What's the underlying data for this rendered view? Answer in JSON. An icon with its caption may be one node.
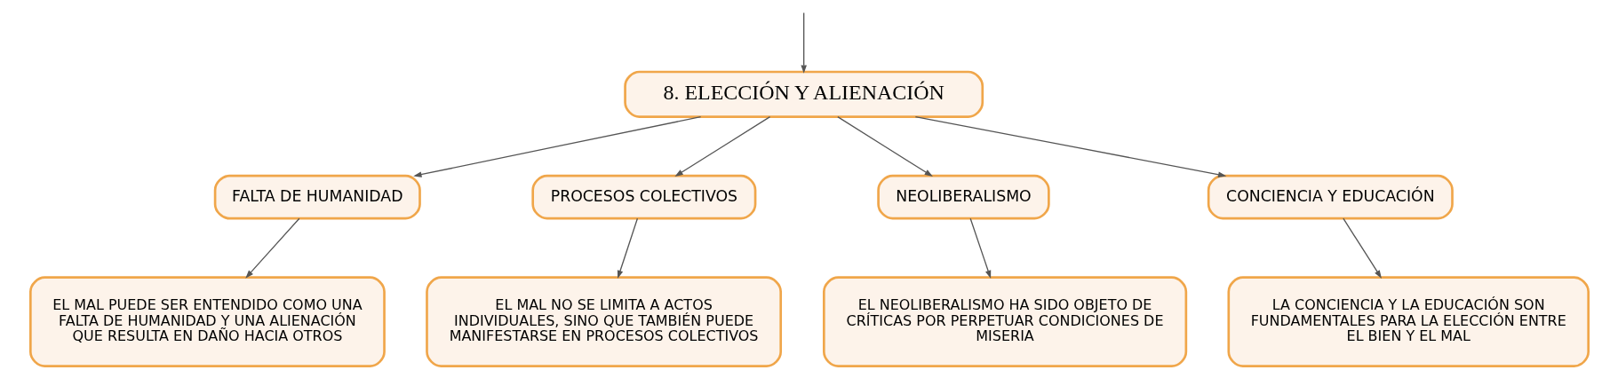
{
  "diagram": {
    "nodes": [
      {
        "text": [
          "8. ELECCIÓN Y ALIENACIÓN"
        ]
      },
      {
        "text": [
          "FALTA DE HUMANIDAD"
        ]
      },
      {
        "text": [
          "PROCESOS COLECTIVOS"
        ]
      },
      {
        "text": [
          "NEOLIBERALISMO"
        ]
      },
      {
        "text": [
          "CONCIENCIA Y EDUCACIÓN"
        ]
      },
      {
        "text": [
          "EL MAL PUEDE SER ENTENDIDO COMO UNA FALTA DE HUMANIDAD Y UNA ALIENACIÓN QUE RESULTA EN DAÑO HACIA OTROS"
        ]
      },
      {
        "text": [
          "EL MAL NO SE LIMITA A ACTOS INDIVIDUALES, SINO QUE TAMBIÉN PUEDE MANIFESTARSE EN PROCESOS COLECTIVOS"
        ]
      },
      {
        "text": [
          "EL NEOLIBERALISMO HA SIDO OBJETO DE CRÍTICAS POR PERPETUAR CONDICIONES DE MISERIA"
        ]
      },
      {
        "text": [
          "LA CONCIENCIA Y LA EDUCACIÓN SON FUNDAMENTALES PARA LA ELECCIÓN ENTRE EL BIEN Y EL MAL"
        ]
      }
    ],
    "edges": [
      {
        "from": null,
        "to": 0,
        "arrow": "to"
      },
      {
        "from": 0,
        "to": 1,
        "arrow": "to"
      },
      {
        "from": 0,
        "to": 2,
        "arrow": "to"
      },
      {
        "from": 0,
        "to": 3,
        "arrow": "to"
      },
      {
        "from": 0,
        "to": 4,
        "arrow": "to"
      },
      {
        "from": 1,
        "to": 5,
        "arrow": "to"
      },
      {
        "from": 2,
        "to": 6,
        "arrow": "to"
      },
      {
        "from": 3,
        "to": 7,
        "arrow": "to"
      },
      {
        "from": 4,
        "to": 8,
        "arrow": "to"
      }
    ]
  }
}
